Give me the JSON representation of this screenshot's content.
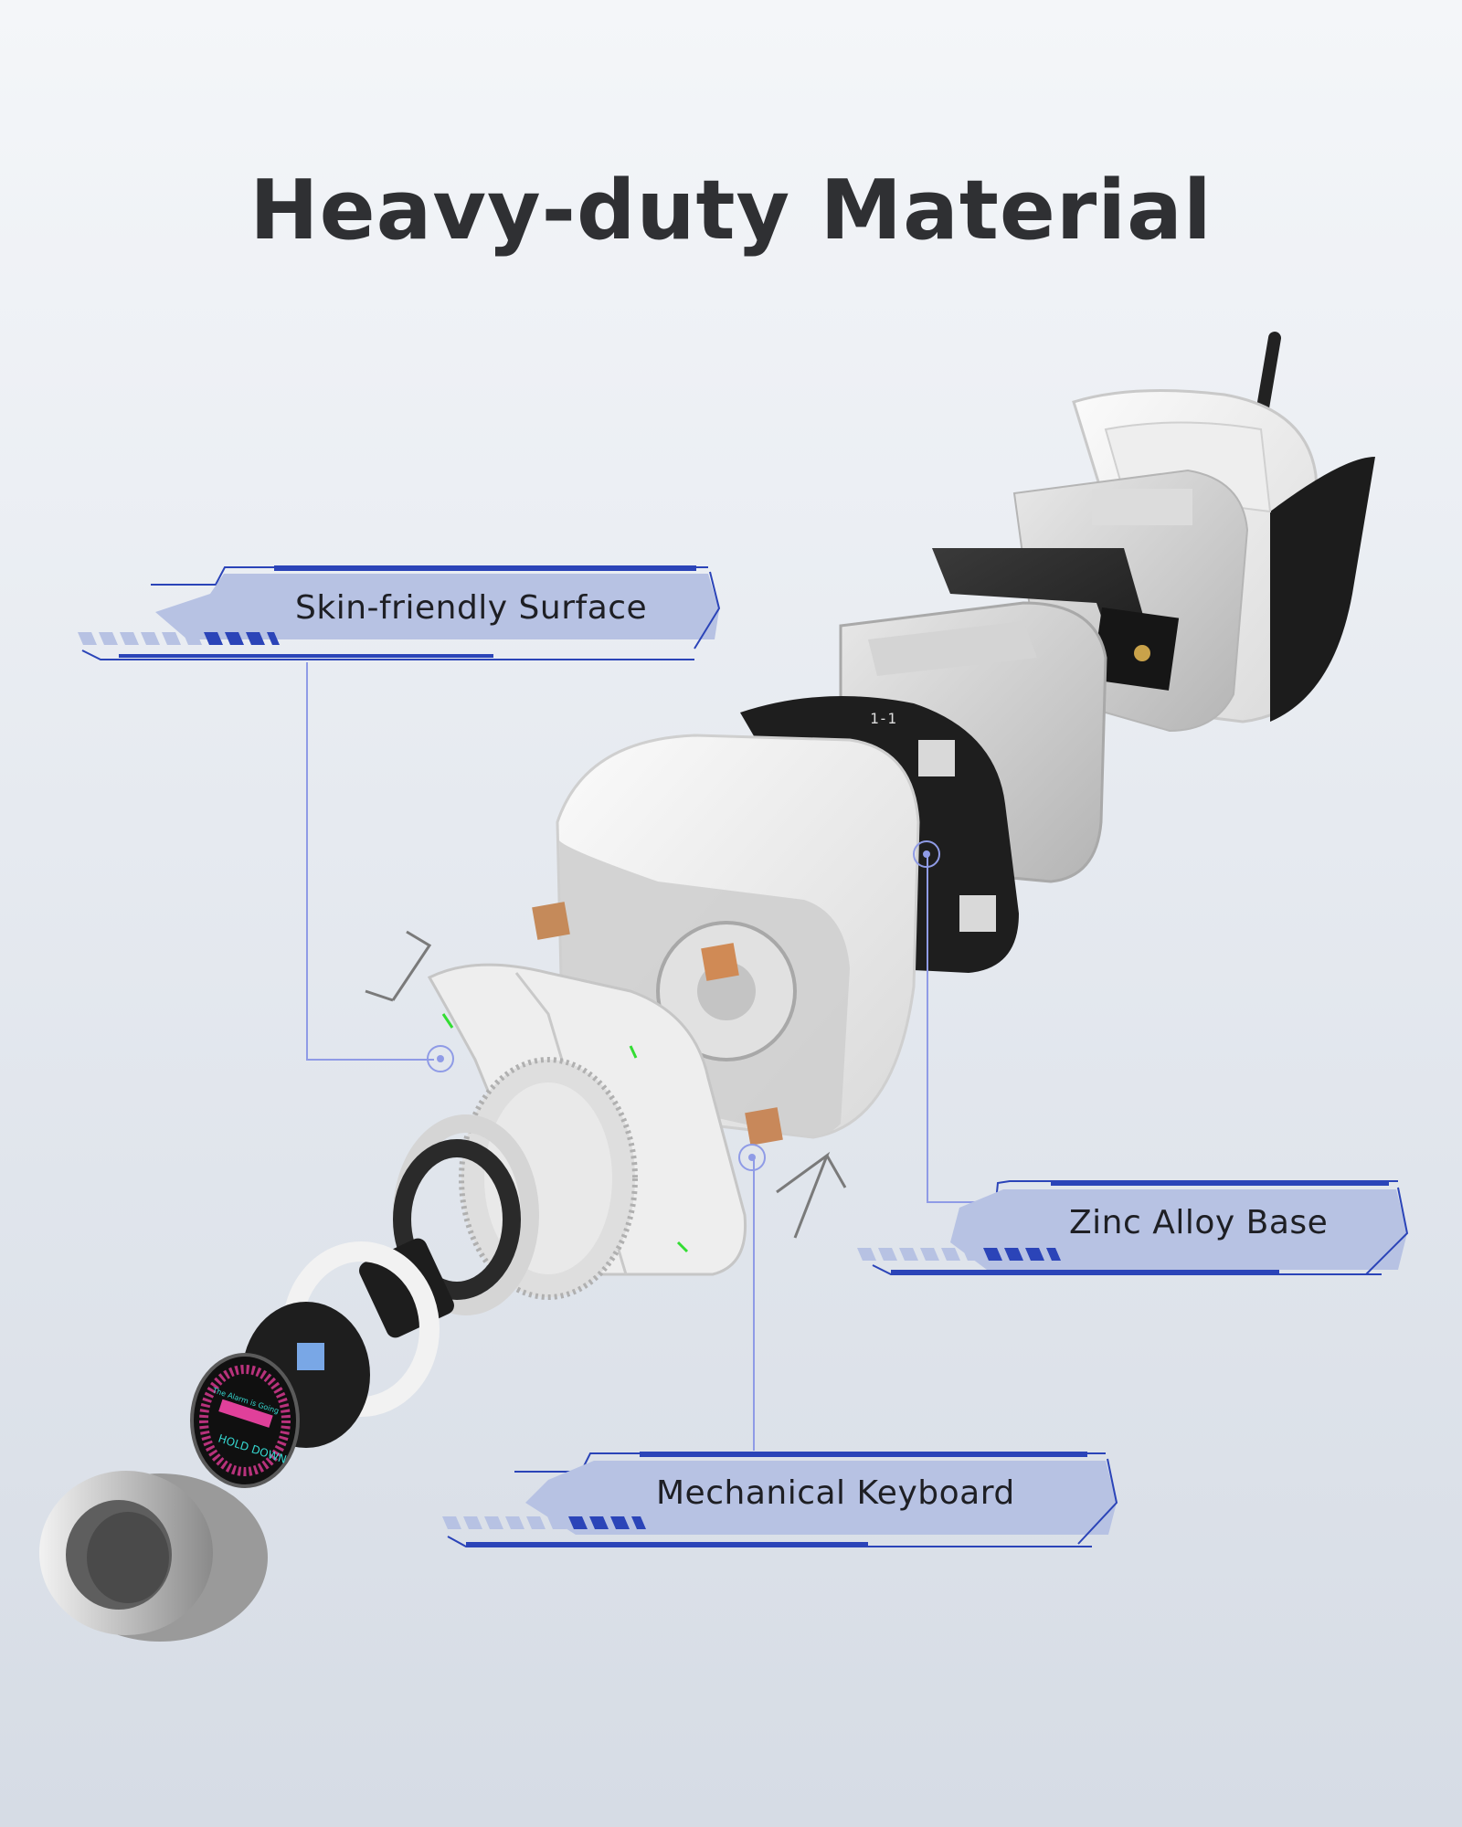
{
  "headline": "Heavy-duty Material",
  "callouts": [
    {
      "id": "skin",
      "label": "Skin-friendly Surface"
    },
    {
      "id": "zinc",
      "label": "Zinc Alloy Base"
    },
    {
      "id": "keyboard",
      "label": "Mechanical Keyboard"
    }
  ],
  "display": {
    "line1": "The Alarm is Going",
    "line2": "HOLD DOWN"
  },
  "pcb_mark": "1-1",
  "colors": {
    "accent_blue": "#2b44b8",
    "label_fill": "#b7c2e3",
    "leader_line": "#8f9be6",
    "display_pink": "#e0409a",
    "display_cyan": "#35d7d0"
  }
}
